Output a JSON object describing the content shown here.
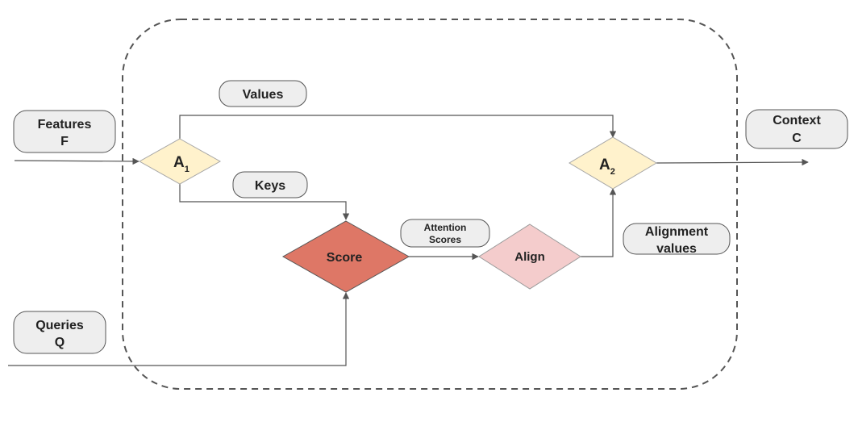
{
  "colors": {
    "pill_fill": "#eeeeee",
    "pill_stroke": "#555555",
    "gate_fill": "#fff2cc",
    "gate_stroke": "#a6a6a6",
    "score_fill": "#de7766",
    "score_stroke": "#555555",
    "align_fill": "#f4cccc",
    "align_stroke": "#999999",
    "edge": "#555555",
    "boundary": "#555555"
  },
  "labels": {
    "features": {
      "line1": "Features",
      "line2": "F"
    },
    "queries": {
      "line1": "Queries",
      "line2": "Q"
    },
    "values": "Values",
    "keys": "Keys",
    "attention_scores": {
      "line1": "Attention",
      "line2": "Scores"
    },
    "alignment_values": {
      "line1": "Alignment",
      "line2": "values"
    },
    "context": {
      "line1": "Context",
      "line2": "C"
    }
  },
  "nodes": {
    "a1": {
      "letter": "A",
      "subscript": "1"
    },
    "a2": {
      "letter": "A",
      "subscript": "2"
    },
    "score": "Score",
    "align": "Align"
  }
}
